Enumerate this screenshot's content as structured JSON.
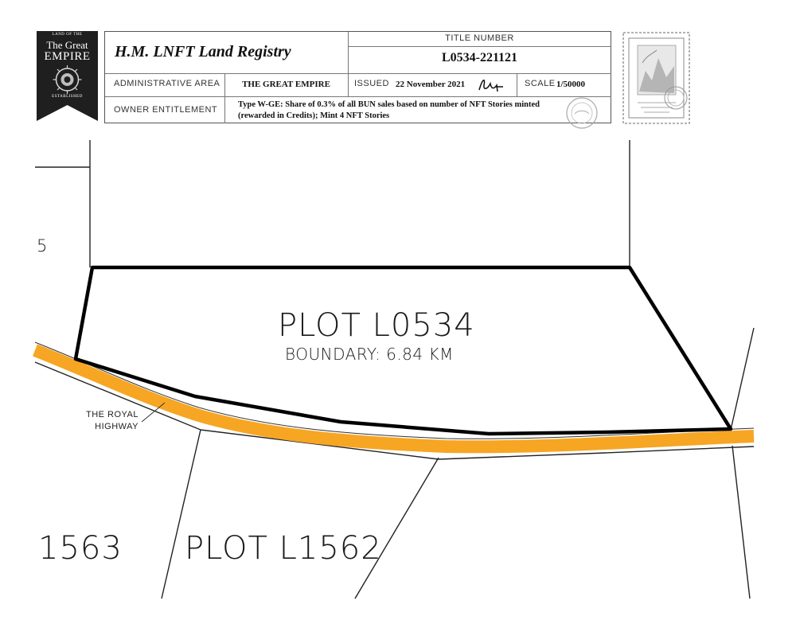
{
  "banner": {
    "top_text": "LAND OF THE",
    "line1": "The Great",
    "line2": "EMPIRE",
    "bottom_text": "ESTABLISHED"
  },
  "header": {
    "registry_title": "H.M. LNFT Land Registry",
    "title_number_label": "TITLE NUMBER",
    "title_number": "L0534-221121",
    "admin_area_label": "ADMINISTRATIVE AREA",
    "admin_area": "THE GREAT EMPIRE",
    "issued_label": "ISSUED",
    "issued_date": "22 November 2021",
    "scale_label": "SCALE",
    "scale": "1/50000",
    "owner_label": "OWNER ENTITLEMENT",
    "owner_text_line1": "Type W-GE: Share of 0.3% of all BUN sales based on number of NFT Stories minted",
    "owner_text_line2": "(rewarded in Credits); Mint 4 NFT Stories"
  },
  "map": {
    "main_plot_name": "PLOT L0534",
    "main_plot_boundary": "BOUNDARY: 6.84 KM",
    "neighbor_partial_left": "5",
    "neighbor_bottom_left": "1563",
    "neighbor_bottom": "PLOT L1562",
    "road_label_line1": "THE ROYAL",
    "road_label_line2": "HIGHWAY",
    "road_color": "#f6a623",
    "boundary_color": "#000000"
  }
}
